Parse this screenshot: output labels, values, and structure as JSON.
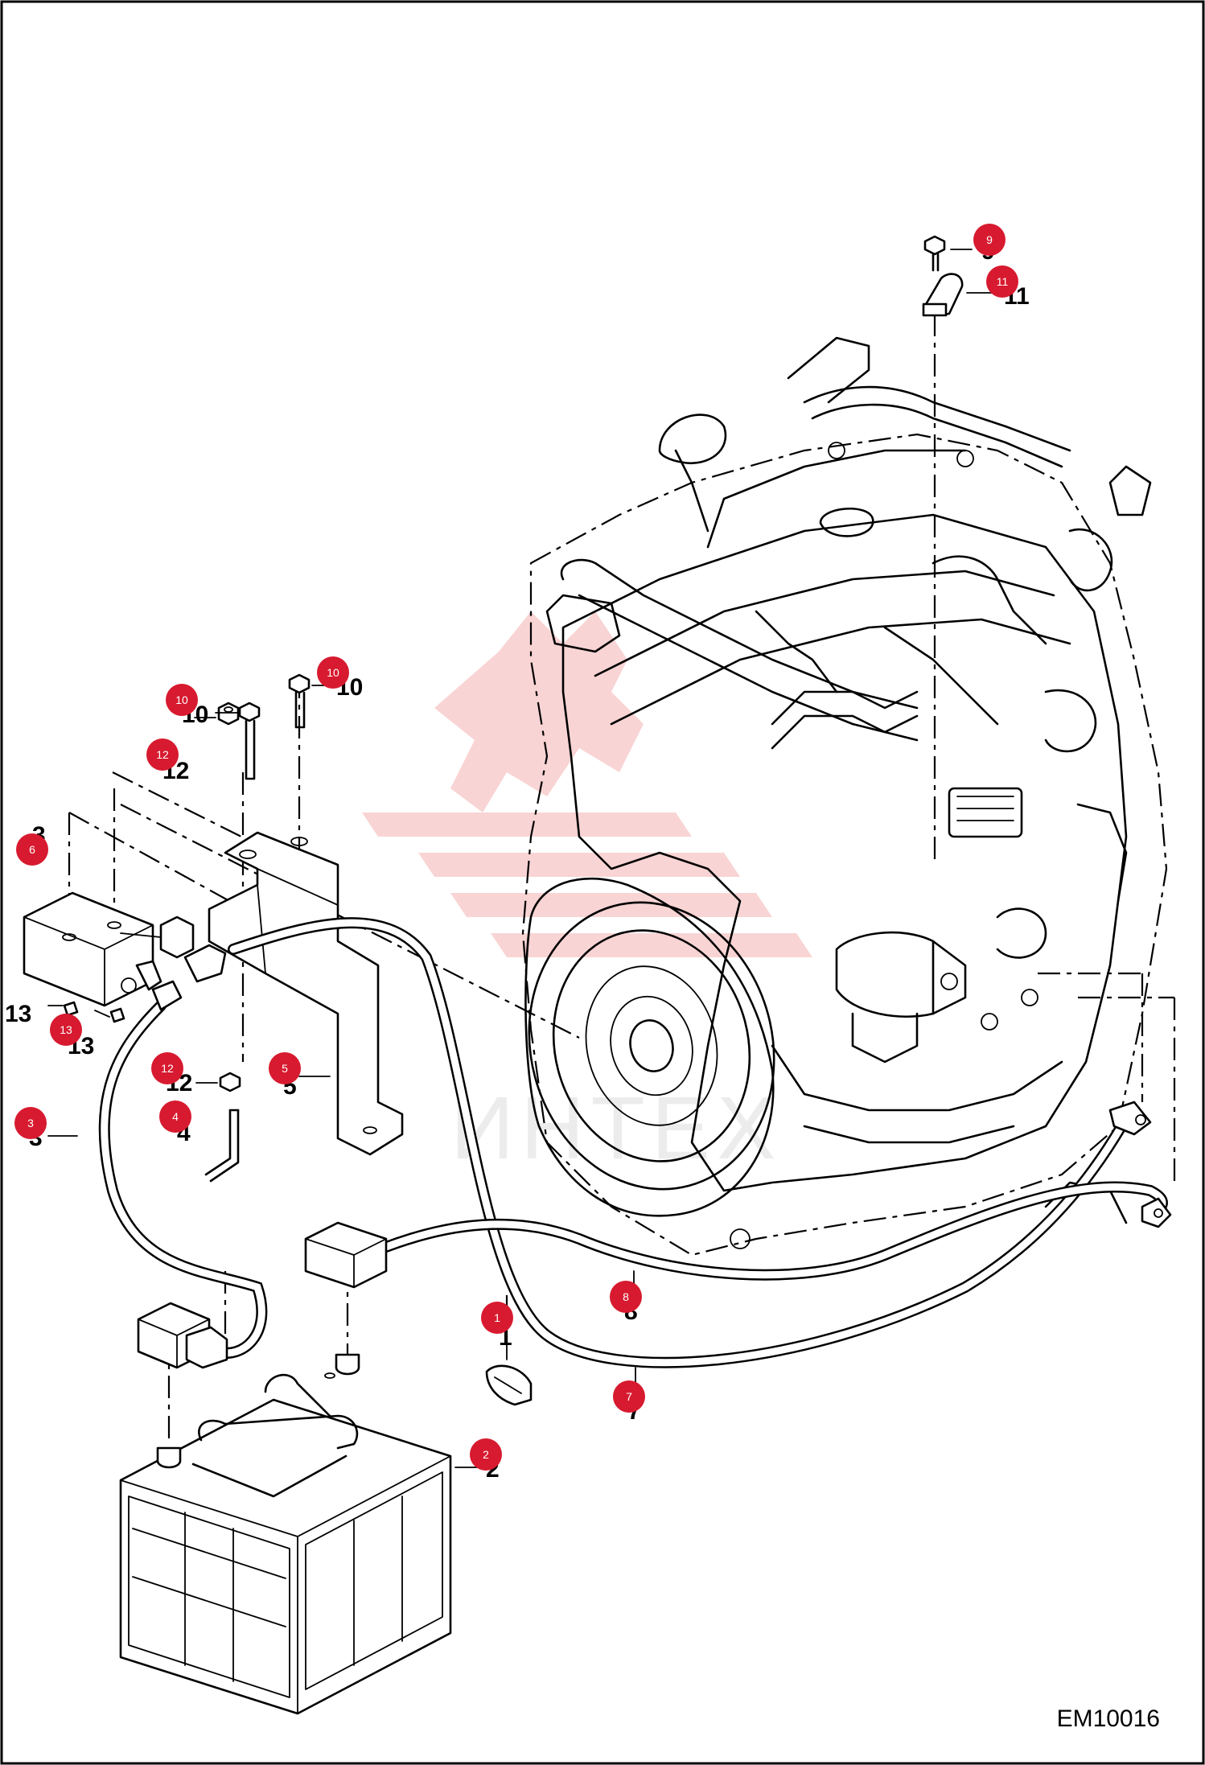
{
  "drawing_code": "EM10016",
  "watermark_text": "ИНТЕХ",
  "callouts": [
    {
      "id": "1",
      "text": "1",
      "badge": "1"
    },
    {
      "id": "2",
      "text": "2",
      "badge": "2"
    },
    {
      "id": "3a",
      "text": "3",
      "badge": "3"
    },
    {
      "id": "4",
      "text": "4",
      "badge": "4"
    },
    {
      "id": "5",
      "text": "5",
      "badge": "5"
    },
    {
      "id": "6",
      "text": "3",
      "badge": "6"
    },
    {
      "id": "7",
      "text": "7",
      "badge": "7"
    },
    {
      "id": "8",
      "text": "8",
      "badge": "8"
    },
    {
      "id": "9",
      "text": "9",
      "badge": "9"
    },
    {
      "id": "10a",
      "text": "10",
      "badge": "10"
    },
    {
      "id": "10b",
      "text": "10",
      "badge": "10"
    },
    {
      "id": "11",
      "text": "11",
      "badge": "11"
    },
    {
      "id": "12a",
      "text": "12",
      "badge": "12"
    },
    {
      "id": "12b",
      "text": "12",
      "badge": "12"
    },
    {
      "id": "13a",
      "text": "13",
      "badge": "13"
    },
    {
      "id": "13b",
      "text": "13",
      "badge": ""
    }
  ],
  "colors": {
    "badge": "#d71a2f",
    "line": "#000000",
    "watermark": "#e43b3b"
  }
}
